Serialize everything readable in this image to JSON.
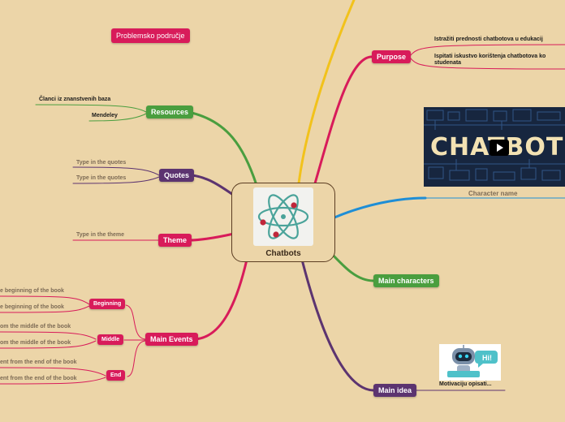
{
  "center": {
    "title": "Chatbots",
    "image_icon": "atom-icon"
  },
  "problem_area": "Problemsko područje",
  "resources": {
    "label": "Resources",
    "items": [
      "Članci iz znanstvenih baza",
      "Mendeley"
    ]
  },
  "quotes": {
    "label": "Quotes",
    "items": [
      "Type in the quotes",
      "Type in the quotes"
    ]
  },
  "theme": {
    "label": "Theme",
    "items": [
      "Type in the theme"
    ]
  },
  "main_events": {
    "label": "Main Events",
    "groups": [
      {
        "label": "Beginning",
        "items": [
          "e beginning of the book",
          "e beginning of the book"
        ]
      },
      {
        "label": "Middle",
        "items": [
          "om the middle of the book",
          "om the middle of the book"
        ]
      },
      {
        "label": "End",
        "items": [
          "ent from the end of the book",
          "ent from the end of the book"
        ]
      }
    ]
  },
  "purpose": {
    "label": "Purpose",
    "items": [
      "Istražiti prednosti chatbotova u edukacij",
      "Ispitati iskustvo korištenja chatbotova ko",
      "studenata"
    ]
  },
  "character": {
    "image_text": "CHATBOTS",
    "caption": "Character name"
  },
  "main_characters": {
    "label": "Main characters"
  },
  "main_idea": {
    "label": "Main idea",
    "image_caption": "Motivaciju opisati...",
    "bubble_text": "Hi!"
  },
  "colors": {
    "green": "#4a9e3f",
    "purple": "#5c3470",
    "crimson": "#d81b5a",
    "blue": "#1e8ed6",
    "yellow": "#f2c21b",
    "background": "#ecd5a8"
  }
}
